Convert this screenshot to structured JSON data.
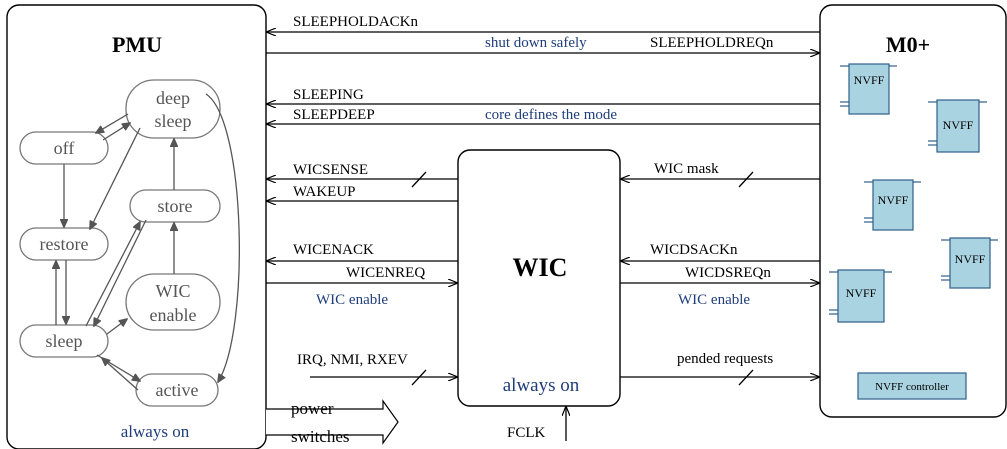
{
  "blocks": {
    "pmu": {
      "title": "PMU",
      "footer": "always on"
    },
    "wic": {
      "title": "WIC",
      "footer": "always on"
    },
    "m0": {
      "title": "M0+",
      "nvff_label": "NVFF",
      "controller": "NVFF controller"
    }
  },
  "states": {
    "deep_sleep_1": "deep",
    "deep_sleep_2": "sleep",
    "off": "off",
    "store": "store",
    "restore": "restore",
    "wic_enable_1": "WIC",
    "wic_enable_2": "enable",
    "sleep": "sleep",
    "active": "active"
  },
  "signals": {
    "sleepholdackn": "SLEEPHOLDACKn",
    "shut_down_safely": "shut down safely",
    "sleepholdreqn": "SLEEPHOLDREQn",
    "sleeping": "SLEEPING",
    "sleepdeep": "SLEEPDEEP",
    "core_defines_mode": "core defines the mode",
    "wicsense": "WICSENSE",
    "wakeup": "WAKEUP",
    "wic_mask": "WIC mask",
    "wicenack": "WICENACK",
    "wicenreq": "WICENREQ",
    "wic_enable_left": "WIC enable",
    "wicdsackn": "WICDSACKn",
    "wicdsreqn": "WICDSREQn",
    "wic_enable_right": "WIC enable",
    "irq": "IRQ, NMI, RXEV",
    "pended_requests": "pended requests",
    "power": "power",
    "switches": "switches",
    "fclk": "FCLK"
  }
}
